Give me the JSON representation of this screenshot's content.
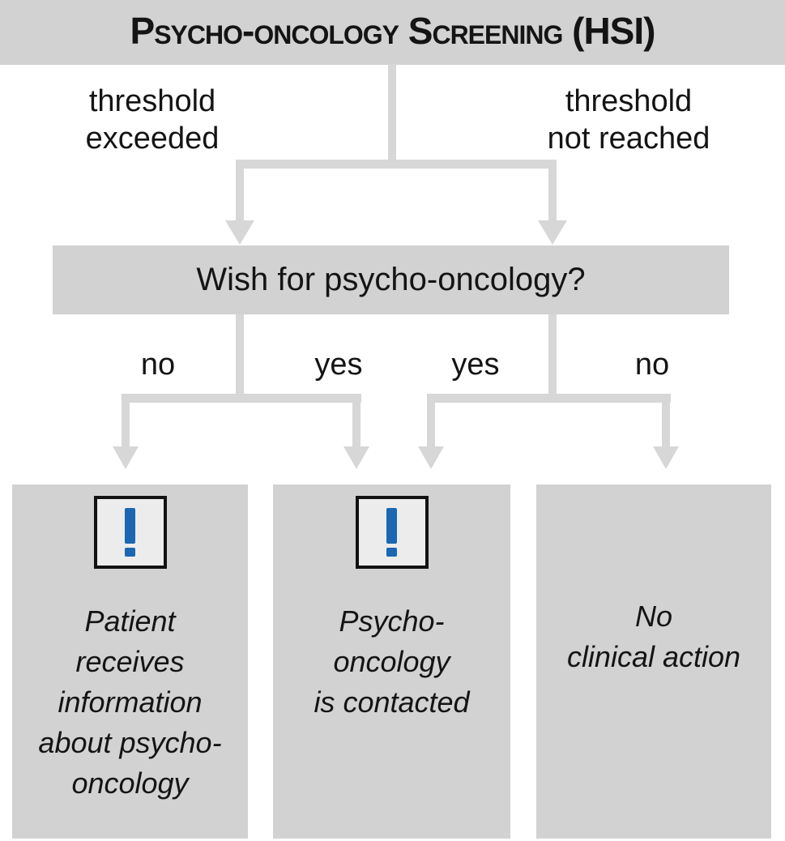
{
  "title": "Psycho-oncology Screening (HSI)",
  "branches": {
    "left": "threshold\nexceeded",
    "right": "threshold\nnot reached"
  },
  "decision": "Wish for psycho-oncology?",
  "answers": {
    "far_left": "no",
    "mid_left": "yes",
    "mid_right": "yes",
    "far_right": "no"
  },
  "outcomes": {
    "left": {
      "icon": "exclamation-icon",
      "text": "Patient\nreceives\ninformation\nabout psycho-\noncology"
    },
    "middle": {
      "icon": "exclamation-icon",
      "text": "Psycho-\noncology\nis contacted"
    },
    "right": {
      "icon": "",
      "text": "No\nclinical action"
    }
  },
  "colors": {
    "box_gray": "#d2d2d2",
    "arrow_gray": "#d7d7d7",
    "icon_bg": "#ececec",
    "icon_border": "#111111",
    "icon_blue": "#1b67b2",
    "text": "#141414",
    "background": "#ffffff"
  }
}
